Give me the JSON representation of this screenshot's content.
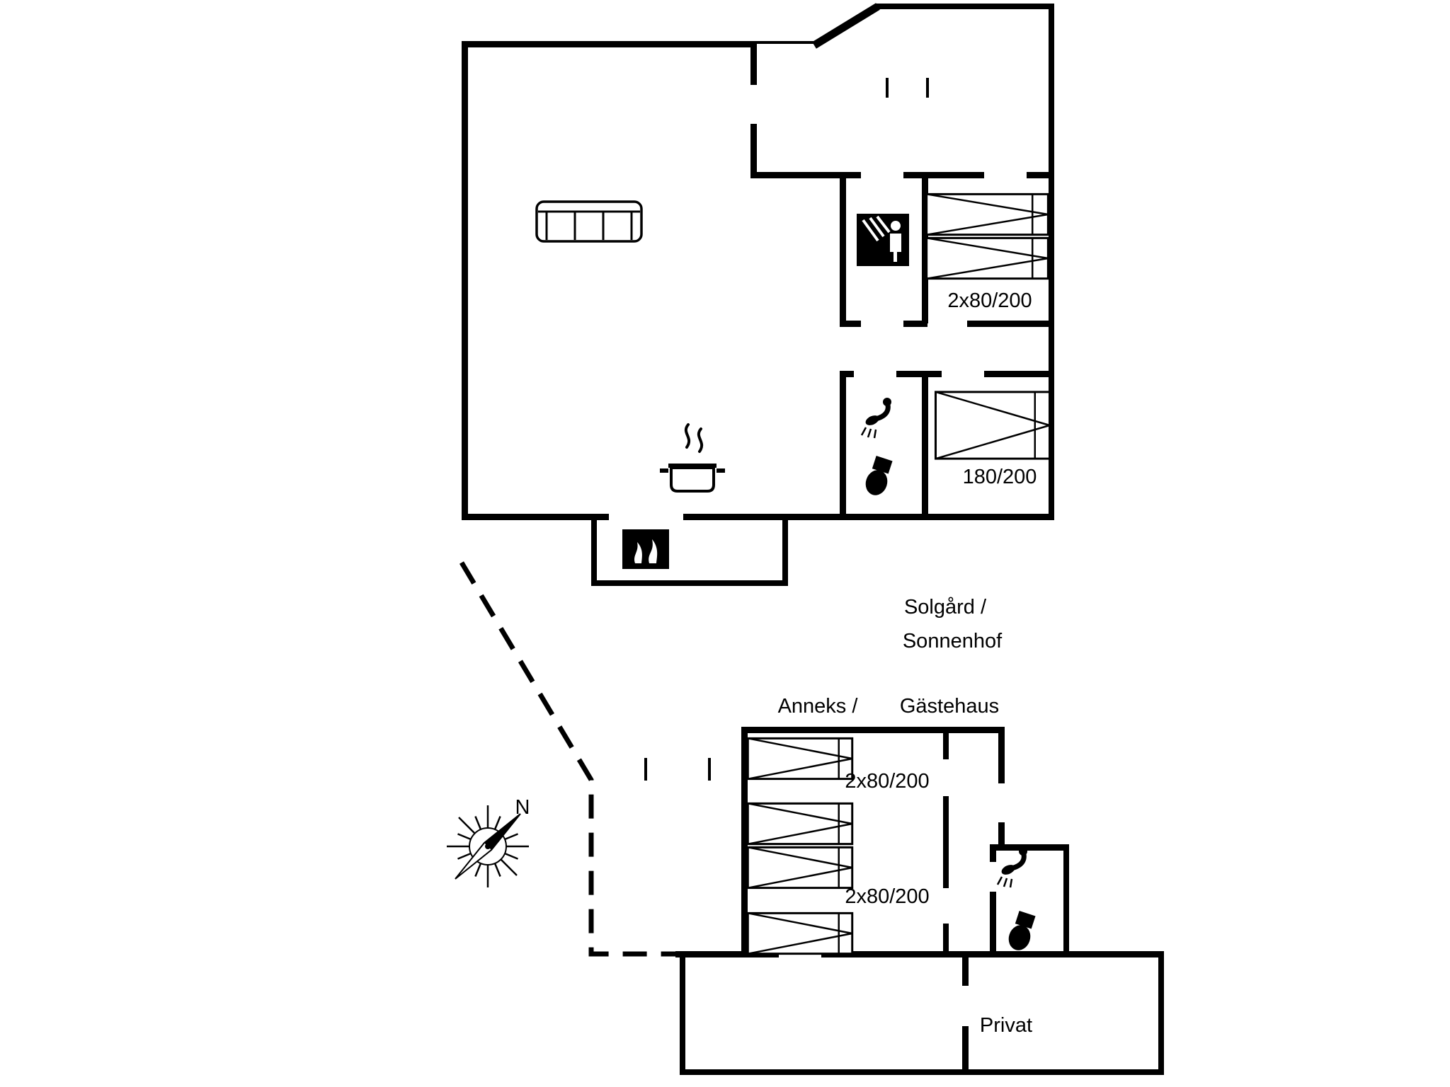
{
  "labels": {
    "main_bunk_size": "2x80/200",
    "main_double_size": "180/200",
    "house_da": "Solgård /",
    "house_de": "Sonnenhof",
    "annex_da": "Anneks /",
    "annex_de": "Gästehaus",
    "annex_upper_size": "2x80/200",
    "annex_lower_size": "2x80/200",
    "privat": "Privat",
    "north": "N"
  },
  "icons": {
    "compass": "compass-rose-icon",
    "sofa": "sofa-icon",
    "stove": "steaming-pot-icon",
    "fireplace": "fireplace-icon",
    "shower_cabin": "shower-cabin-icon",
    "shower": "shower-head-icon",
    "toilet": "toilet-icon",
    "bed": "bed-icon"
  },
  "colors": {
    "wall": "#000000",
    "background": "#ffffff"
  }
}
